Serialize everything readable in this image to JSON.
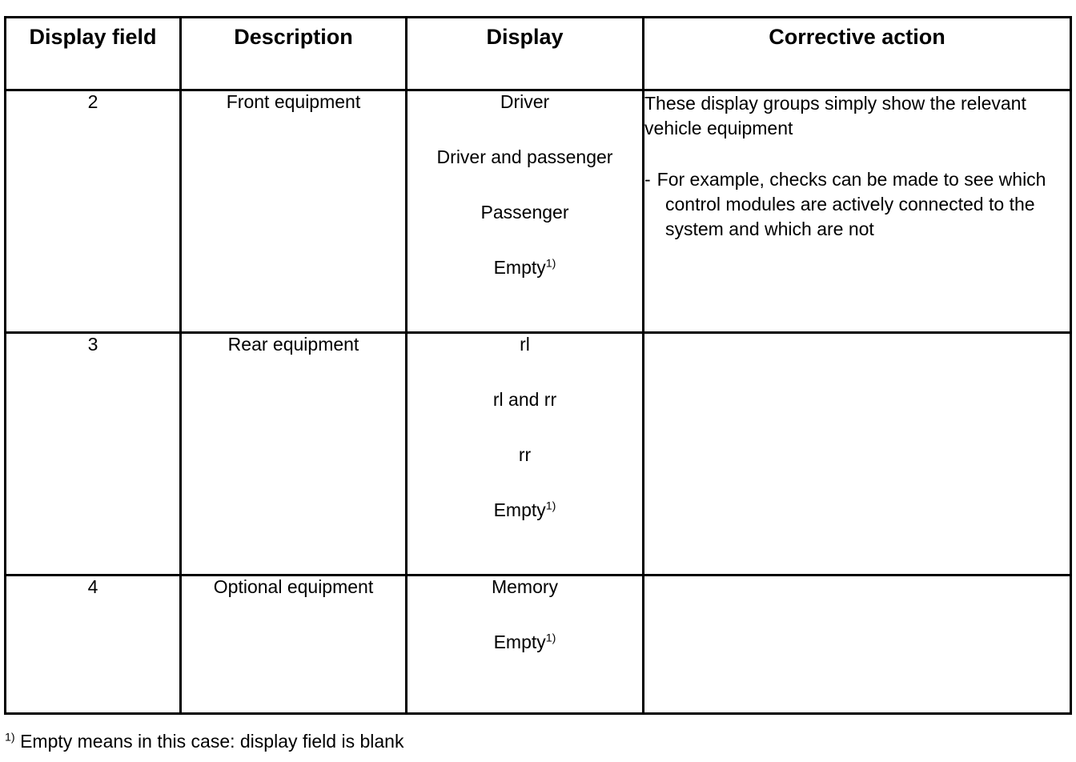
{
  "table": {
    "headers": [
      {
        "label": "Display field"
      },
      {
        "label": "Description"
      },
      {
        "label": "Display"
      },
      {
        "label": "Corrective action"
      }
    ],
    "rows": [
      {
        "field": "2",
        "description": "Front equipment",
        "display_values": [
          "Driver",
          "Driver and passenger",
          "Passenger",
          "Empty"
        ],
        "display_footnote_on": [
          "Empty"
        ],
        "corrective_action": {
          "paragraph": "These display groups simply show the relevant vehicle equipment",
          "bullet_marker": "-",
          "bullet": "For example, checks can be made to see which control modules are actively connected to the system and which are not"
        }
      },
      {
        "field": "3",
        "description": "Rear equipment",
        "display_values": [
          "rl",
          "rl and rr",
          "rr",
          "Empty"
        ],
        "display_footnote_on": [
          "Empty"
        ],
        "corrective_action": {
          "paragraph": "",
          "bullet_marker": "",
          "bullet": ""
        }
      },
      {
        "field": "4",
        "description": "Optional equipment",
        "display_values": [
          "Memory",
          "Empty"
        ],
        "display_footnote_on": [
          "Empty"
        ],
        "corrective_action": {
          "paragraph": "",
          "bullet_marker": "",
          "bullet": ""
        }
      }
    ]
  },
  "footnote": {
    "marker": "1)",
    "text": "Empty means in this case: display field is blank"
  },
  "colors": {
    "text": "#000000",
    "background": "#ffffff",
    "border": "#000000"
  }
}
